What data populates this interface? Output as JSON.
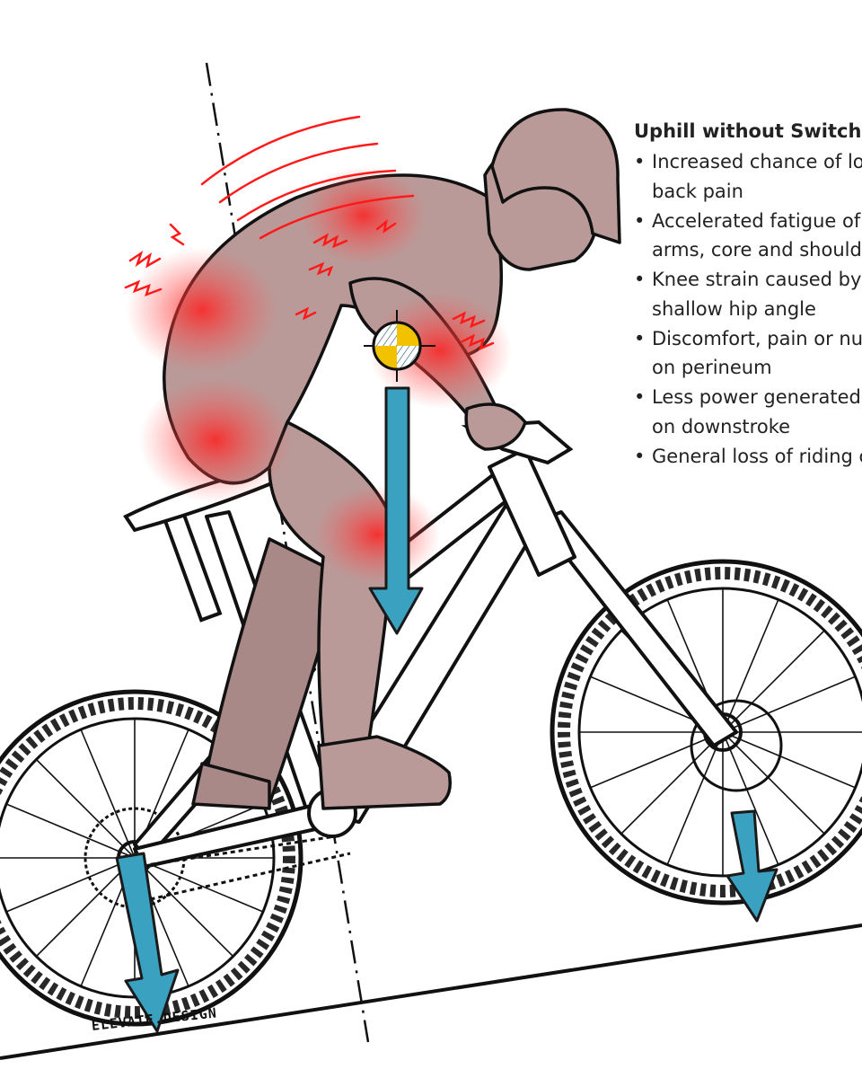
{
  "panel": {
    "title": "Uphill without SwitchC",
    "items": [
      {
        "line1": "Increased chance of lo",
        "line2": "back pain"
      },
      {
        "line1": "Accelerated fatigue of",
        "line2": "arms, core and should"
      },
      {
        "line1": "Knee strain caused by",
        "line2": "shallow hip angle"
      },
      {
        "line1": "Discomfort, pain or nu",
        "line2": "on perineum"
      },
      {
        "line1": "Less power generated",
        "line2": "on downstroke"
      },
      {
        "line1": "General loss of riding c",
        "line2": ""
      }
    ]
  },
  "brand": {
    "mark": "ELEVATE.DESIGN"
  },
  "colors": {
    "skin": "#b99a98",
    "pain_glow": "#ff2a2a",
    "force_arrow": "#3aa2c0",
    "cog_yellow": "#f2c200",
    "ink": "#1a1a1a"
  },
  "icons": {
    "bullet": "bullet-dot",
    "center_of_gravity": "center-of-gravity-icon"
  }
}
